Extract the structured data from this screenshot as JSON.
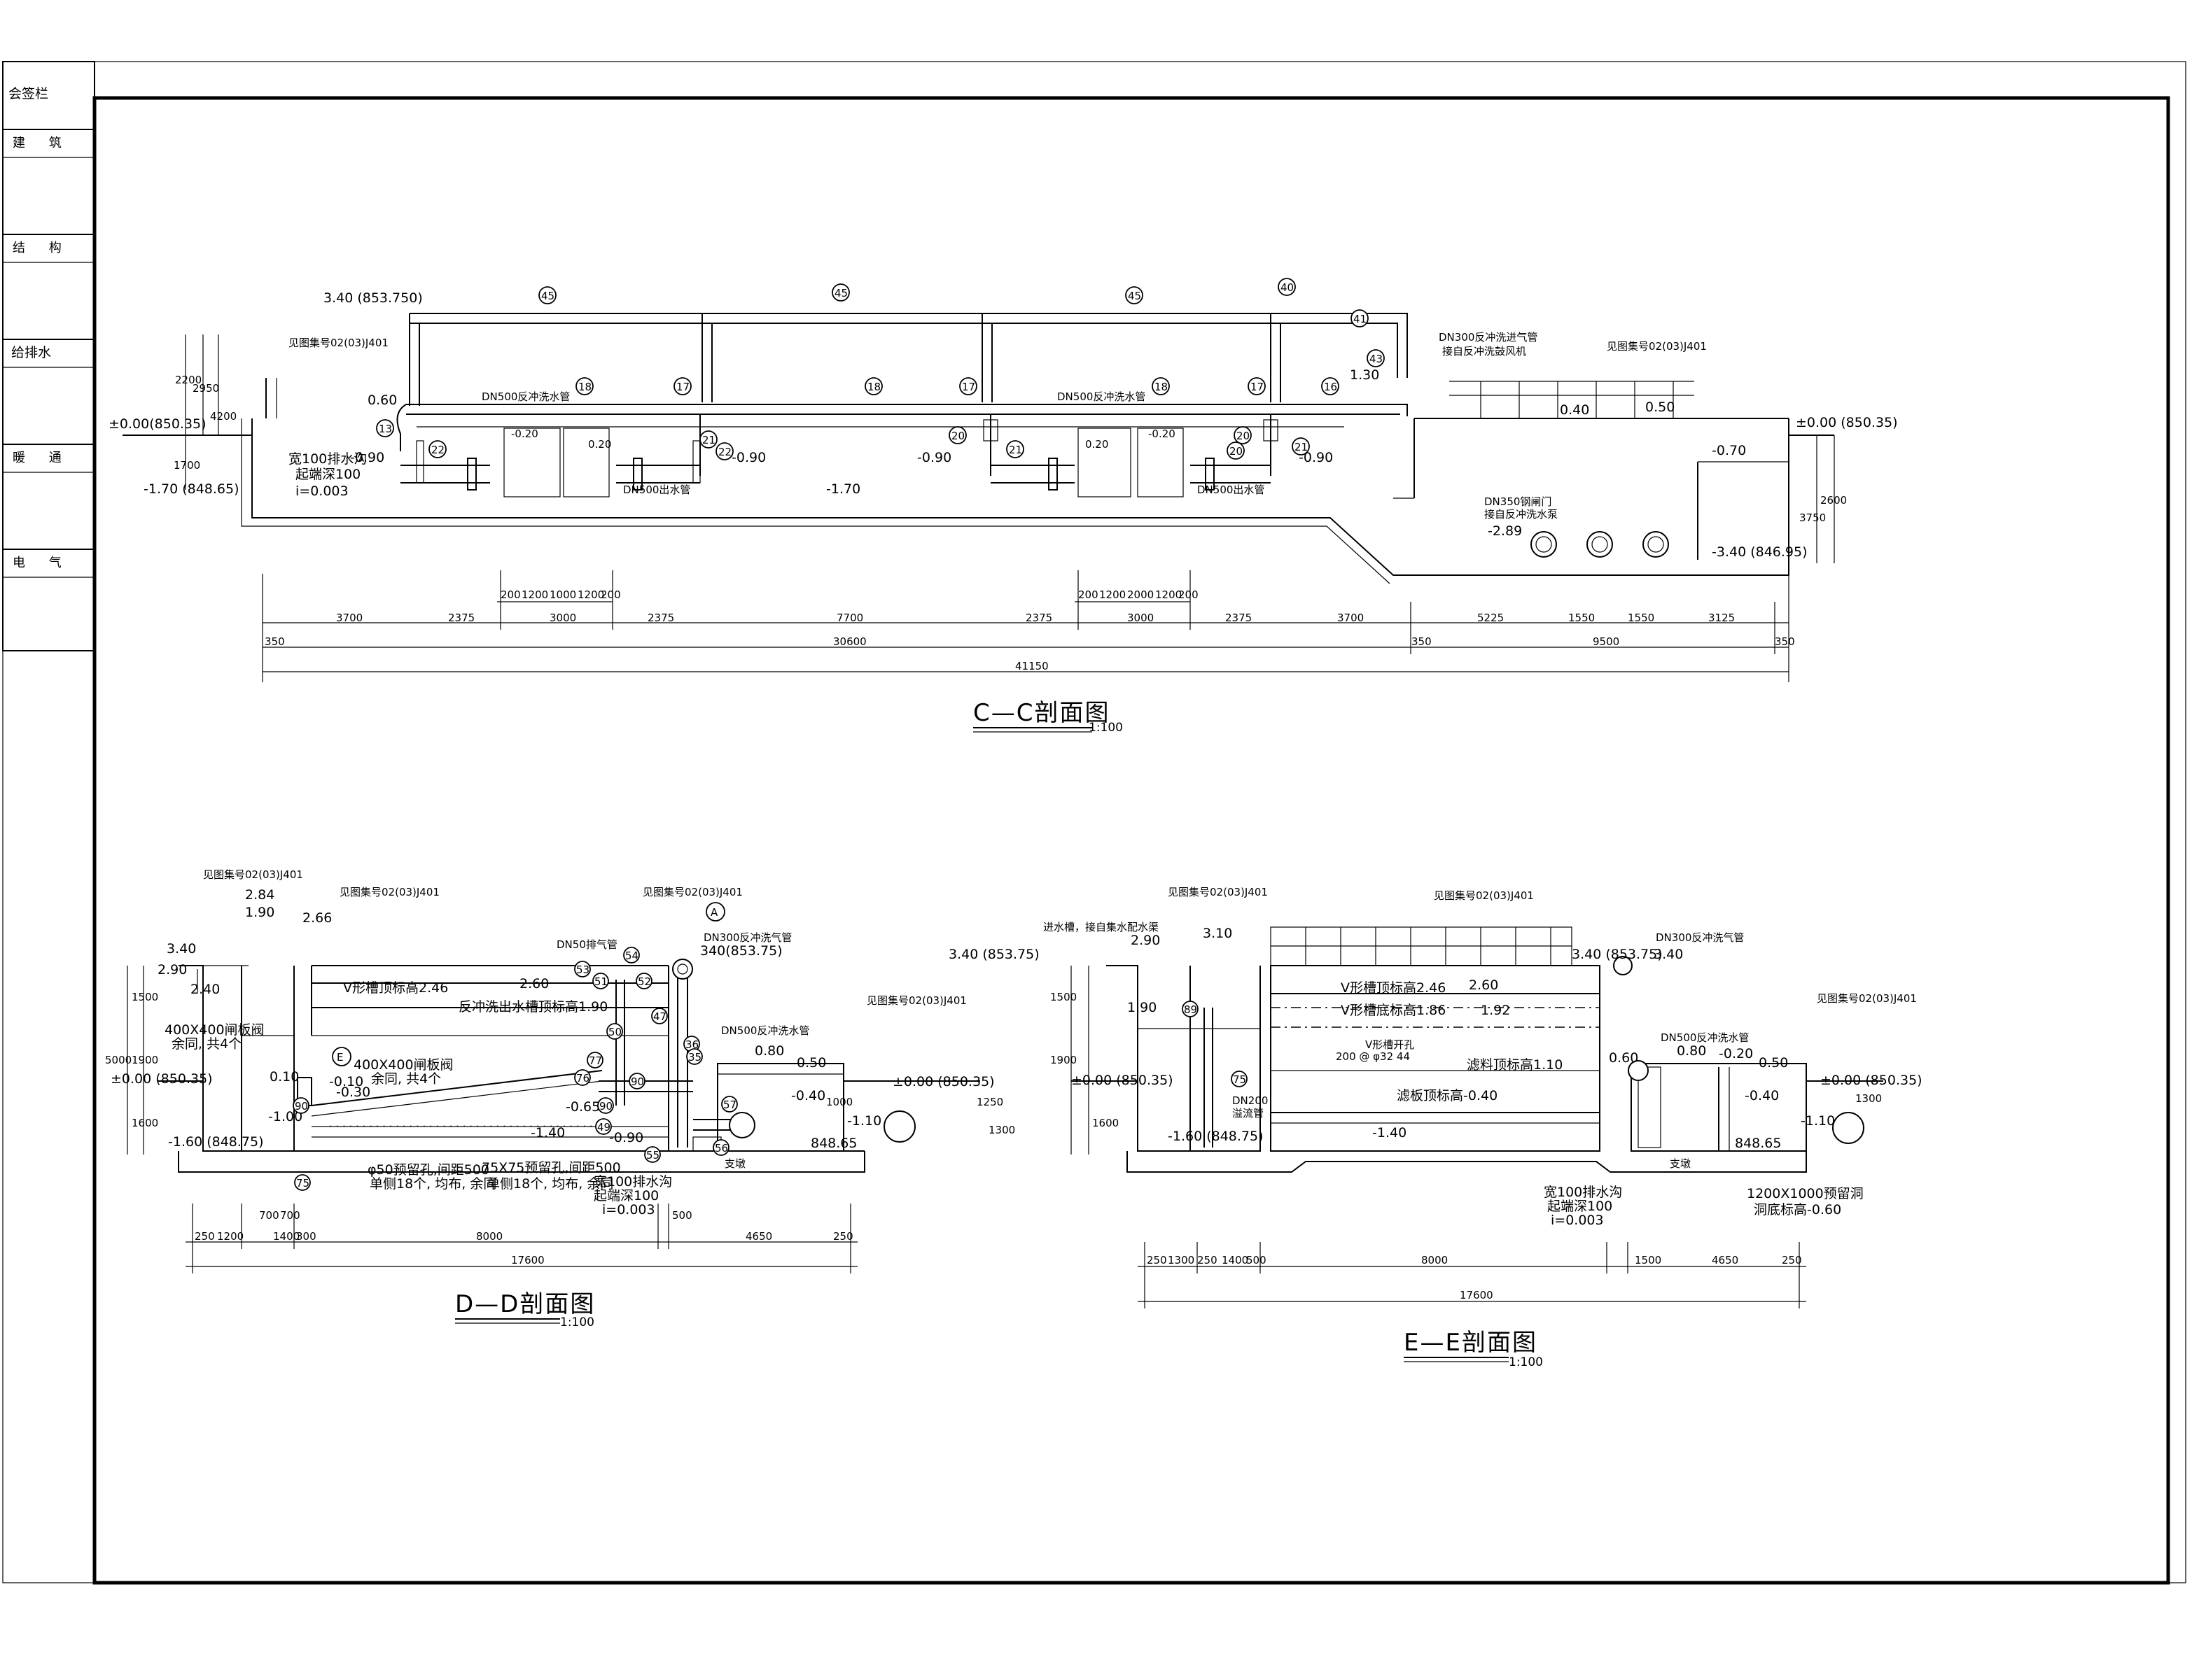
{
  "sidebar": {
    "rows": [
      "会签栏",
      "建 筑",
      "结 构",
      "给排水",
      "暖 通",
      "电 气"
    ]
  },
  "cc": {
    "title": "C—C剖面图",
    "scale": "1:100",
    "elev": {
      "top_left": "3.40 (853.750)",
      "ground_left": "±0.00(850.35)",
      "bottom_left": "-1.70 (848.65)",
      "ground_right": "±0.00 (850.35)",
      "bottom_right": "-3.40 (846.95)",
      "v060": "0.60",
      "v130": "1.30",
      "v040": "0.40",
      "v050": "0.50",
      "m020a": "-0.20",
      "v020": "0.20",
      "m090a": "-0.90",
      "m170": "-1.70",
      "m090b": "-0.90",
      "v020b": "0.20",
      "m020b": "-0.20",
      "m090c": "-0.90",
      "m070": "-0.70",
      "m289": "-2.89",
      "m090d": "-0.90"
    },
    "notes": {
      "ref_left": "见图集号02(03)J401",
      "ref_right": "见图集号02(03)J401",
      "drain": "宽100排水沟",
      "drain_depth": "起端深100",
      "drain_slope": "i=0.003",
      "dn500_wash": "DN500反冲洗水管",
      "dn500_wash2": "DN500反冲洗水管",
      "dn500_out": "DN500出水管",
      "dn500_out2": "DN500出水管",
      "dn300_air": "DN300反冲洗进气管",
      "dn300_air2": "接自反冲洗鼓风机",
      "dn350": "DN350钢闸门",
      "dn350b": "接自反冲洗水泵"
    },
    "callouts": [
      "45",
      "45",
      "45",
      "40",
      "41",
      "43",
      "18",
      "18",
      "18",
      "16",
      "17",
      "17",
      "17",
      "13",
      "22",
      "22",
      "20",
      "21",
      "20",
      "21",
      "21",
      "20"
    ],
    "dim_top": [
      "200",
      "1200",
      "1000",
      "1200",
      "200",
      "200",
      "1200",
      "2000",
      "1200",
      "200"
    ],
    "dim_mid": [
      "3700",
      "2375",
      "3000",
      "2375",
      "7700",
      "2375",
      "3000",
      "2375",
      "3700",
      "5225",
      "1550",
      "1550",
      "3125"
    ],
    "dim_low": [
      "350",
      "30600",
      "350",
      "9500",
      "350"
    ],
    "dim_total": "41150",
    "dim_v": [
      "2200",
      "2950",
      "4200",
      "1700",
      "2600",
      "3750"
    ]
  },
  "dd": {
    "title": "D—D剖面图",
    "scale": "1:100",
    "elev": {
      "top": "3.40",
      "v290": "2.90",
      "v284": "2.84",
      "v190": "1.90",
      "v266": "2.66",
      "v240": "2.40",
      "v260": "2.60",
      "v080": "0.80",
      "v050": "0.50",
      "m040": "-0.40",
      "zero": "±0.00 (850.35)",
      "zero_r": "±0.00 (850.35)",
      "v010": "0.10",
      "m010": "-0.10",
      "m030": "-0.30",
      "m100": "-1.00",
      "m160": "-1.60 (848.75)",
      "m065": "-0.65",
      "m140": "-1.40",
      "m090": "-0.90",
      "m110": "-1.10",
      "v340": "340(853.75)",
      "v84865": "848.65"
    },
    "notes": {
      "ref1": "见图集号02(03)J401",
      "ref2": "见图集号02(03)J401",
      "ref3": "见图集号02(03)J401",
      "ref4": "见图集号02(03)J401",
      "vslot": "V形槽顶标高2.46",
      "wash_top": "反冲洗出水槽顶标高1.90",
      "gate400": "400X400闸板阀",
      "gate400b": "余同, 共4个",
      "gate400c": "400X400闸板阀",
      "gate400d": "余同, 共4个",
      "dn50": "DN50排气管",
      "dn300": "DN300反冲洗气管",
      "dn500": "DN500反冲洗水管",
      "hole50": "φ50预留孔,间距500",
      "hole50b": "单侧18个, 均布, 余同",
      "hole75": "75X75预留孔,间距500",
      "hole75b": "单侧18个, 均布, 余同",
      "drain": "宽100排水沟",
      "drain2": "起端深100",
      "drain3": "i=0.003",
      "support": "支墩"
    },
    "callouts": [
      "A",
      "E",
      "53",
      "54",
      "51",
      "52",
      "50",
      "47",
      "36",
      "35",
      "77",
      "76",
      "90",
      "90",
      "49",
      "55",
      "57",
      "56",
      "90",
      "75"
    ],
    "dim_bottom": [
      "250",
      "1200",
      "700",
      "700",
      "1400",
      "300",
      "8000",
      "500",
      "4650",
      "250"
    ],
    "dim_total": "17600",
    "dim_v": [
      "1500",
      "1900",
      "1600",
      "5000",
      "1250",
      "1300",
      "1000"
    ]
  },
  "ee": {
    "title": "E—E剖面图",
    "scale": "1:100",
    "elev": {
      "top": "3.40 (853.75)",
      "v290": "2.90",
      "v310": "3.10",
      "v340": "3.40 (853.75)",
      "v340b": "3.40",
      "v260": "2.60",
      "v192": "1.92",
      "v190": "1.90",
      "zero": "±0.00 (850.35)",
      "zero_r": "±0.00 (850.35)",
      "m160": "-1.60 (848.75)",
      "m140": "-1.40",
      "v080": "0.80",
      "m020": "-0.20",
      "v060": "0.60",
      "v050": "0.50",
      "m040": "-0.40",
      "m110": "-1.10",
      "v84865": "848.65"
    },
    "notes": {
      "collect": "进水槽，接自集水配水渠",
      "ref1": "见图集号02(03)J401",
      "ref2": "见图集号02(03)J401",
      "ref3": "见图集号02(03)J401",
      "dn300": "DN300反冲洗气管",
      "dn500": "DN500反冲洗水管",
      "vslot_top": "V形槽顶标高2.46",
      "vslot_bottom": "V形槽底标高1.86",
      "vslot_hole": "V形槽开孔",
      "vslot_hole2": "200 @  φ32 44",
      "sand": "滤料顶标高1.10",
      "plate": "滤板顶标高-0.40",
      "dn200": "DN200",
      "dn200b": "溢流管",
      "drain": "宽100排水沟",
      "drain2": "起端深100",
      "drain3": "i=0.003",
      "hole1200": "1200X1000预留洞",
      "hole1200b": "洞底标高-0.60",
      "support": "支墩"
    },
    "callouts": [
      "89",
      "75"
    ],
    "dim_bottom": [
      "250",
      "1300",
      "250",
      "1400",
      "500",
      "8000",
      "1500",
      "4650",
      "250"
    ],
    "dim_total": "17600",
    "dim_v": [
      "1500",
      "1900",
      "1600",
      "1300"
    ]
  }
}
